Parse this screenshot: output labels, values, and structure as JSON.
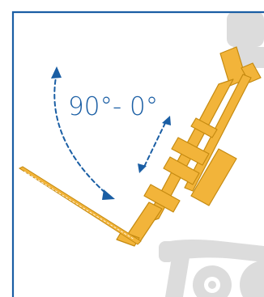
{
  "angle_label": "90°- 0°",
  "colors": {
    "frame": "#1a5ea4",
    "arrow": "#1a5ea4",
    "mechanism": "#f2b43a",
    "mechanism_outline": "#c58a10",
    "wheelchair_ghost": "#dcdcdc"
  },
  "icons": [
    "legrest-mechanism",
    "wheelchair-silhouette",
    "rotation-arrow",
    "extension-arrow"
  ]
}
